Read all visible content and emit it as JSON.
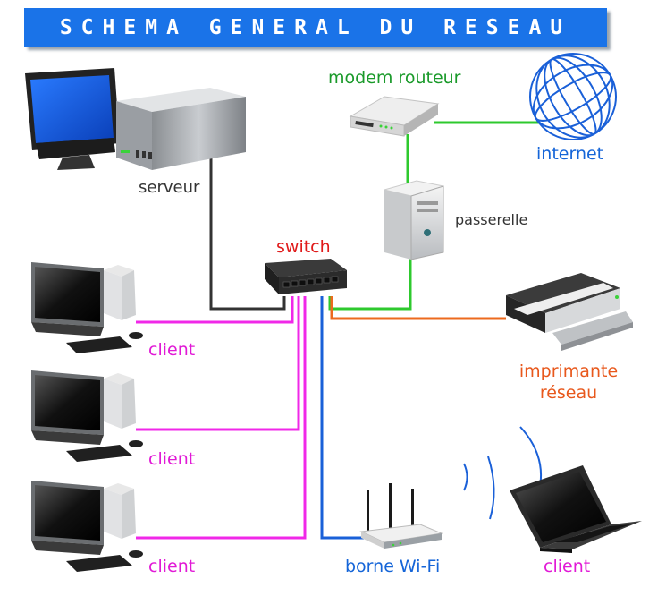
{
  "title": "SCHEMA GENERAL DU RESEAU",
  "nodes": {
    "modem": {
      "label": "modem routeur"
    },
    "internet": {
      "label": "internet"
    },
    "server": {
      "label": "serveur"
    },
    "gateway": {
      "label": "passerelle"
    },
    "switch": {
      "label": "switch"
    },
    "printer": {
      "label_line1": "imprimante",
      "label_line2": "réseau"
    },
    "client1": {
      "label": "client"
    },
    "client2": {
      "label": "client"
    },
    "client3": {
      "label": "client"
    },
    "wifi": {
      "label": "borne Wi-Fi"
    },
    "laptop": {
      "label": "client"
    }
  },
  "colors": {
    "title_bg": "#1a73e8",
    "modem_label": "#1a9a2a",
    "internet_label": "#1565d8",
    "server_label": "#333333",
    "switch_label": "#e01b1b",
    "printer_label": "#e8581c",
    "client_label": "#e11ad6",
    "wifi_label": "#1565d8",
    "link_green": "#2ec92e",
    "link_dark": "#333333",
    "link_magenta": "#f028e8",
    "link_orange": "#ec6a1e",
    "link_blue": "#1a60d8"
  }
}
